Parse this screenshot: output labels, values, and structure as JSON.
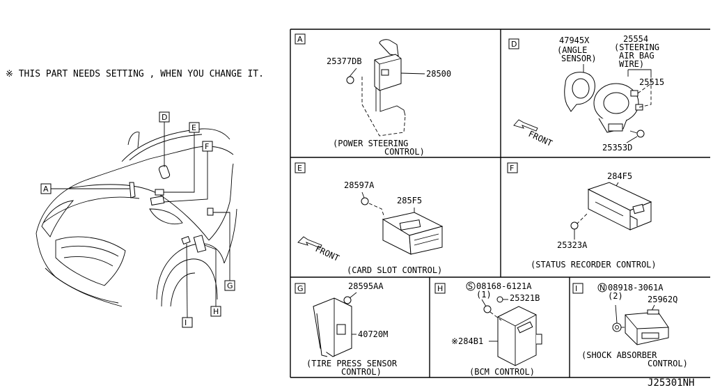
{
  "note": "※ THIS PART NEEDS SETTING , WHEN YOU CHANGE IT.",
  "diagram_id": "J25301NH",
  "overview": {
    "callouts": [
      "A",
      "D",
      "E",
      "F",
      "G",
      "H",
      "I"
    ]
  },
  "panels": {
    "A": {
      "letter": "A",
      "parts": [
        "25377DB",
        "28500"
      ],
      "caption": [
        "(POWER STEERING",
        "CONTROL)"
      ]
    },
    "D": {
      "letter": "D",
      "parts": [
        "47945X",
        "25554",
        "25515",
        "25353D"
      ],
      "labels": [
        "(ANGLE",
        "SENSOR)",
        "(STEERING",
        "AIR BAG",
        "WIRE)"
      ],
      "front": "FRONT"
    },
    "E": {
      "letter": "E",
      "parts": [
        "28597A",
        "285F5"
      ],
      "front": "FRONT",
      "caption": [
        "(CARD SLOT CONTROL)"
      ]
    },
    "F": {
      "letter": "F",
      "parts": [
        "284F5",
        "25323A"
      ],
      "caption": [
        "(STATUS RECORDER CONTROL)"
      ]
    },
    "G": {
      "letter": "G",
      "parts": [
        "28595AA",
        "40720M"
      ],
      "caption": [
        "(TIRE PRESS SENSOR",
        "CONTROL)"
      ]
    },
    "H": {
      "letter": "H",
      "parts": [
        "08168-6121A",
        "(1)",
        "25321B",
        "※284B1"
      ],
      "prefix": "S",
      "caption": [
        "(BCM CONTROL)"
      ]
    },
    "I": {
      "letter": "I",
      "parts": [
        "08918-3061A",
        "(2)",
        "25962Q"
      ],
      "prefix": "N",
      "caption": [
        "(SHOCK ABSORBER",
        "CONTROL)"
      ]
    }
  }
}
